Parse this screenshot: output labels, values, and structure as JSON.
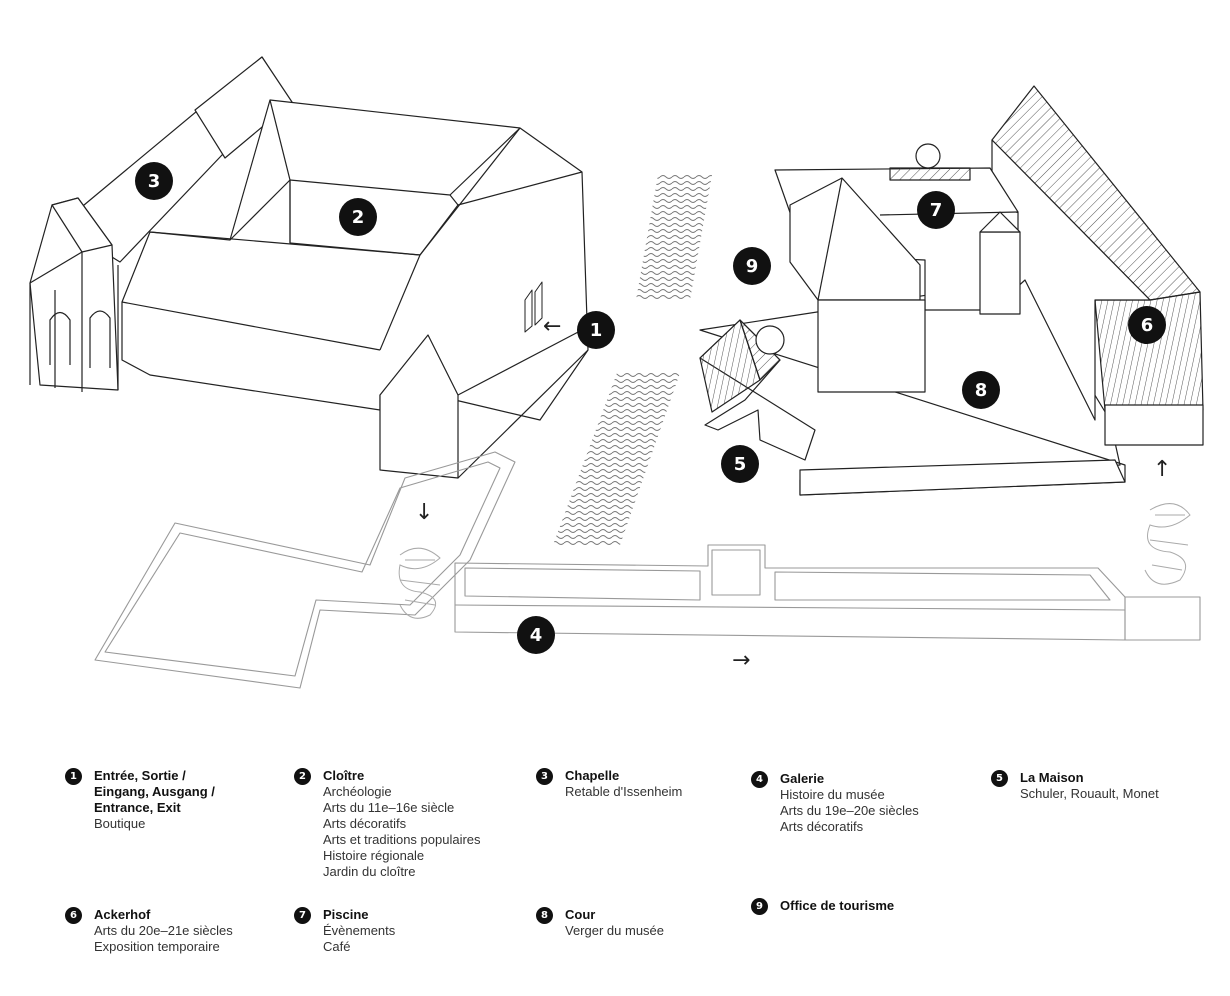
{
  "map": {
    "markers": [
      {
        "id": "1",
        "label": "1"
      },
      {
        "id": "2",
        "label": "2"
      },
      {
        "id": "3",
        "label": "3"
      },
      {
        "id": "4",
        "label": "4"
      },
      {
        "id": "5",
        "label": "5"
      },
      {
        "id": "6",
        "label": "6"
      },
      {
        "id": "7",
        "label": "7"
      },
      {
        "id": "8",
        "label": "8"
      },
      {
        "id": "9",
        "label": "9"
      }
    ],
    "arrows": {
      "entrance_left": "←",
      "down": "↓",
      "gallery_right": "→",
      "up": "↑"
    }
  },
  "legend": [
    {
      "num": "1",
      "title": "Entrée, Sortie /\nEingang, Ausgang /\nEntrance, Exit",
      "lines": [
        "Boutique"
      ]
    },
    {
      "num": "2",
      "title": "Cloître",
      "lines": [
        "Archéologie",
        "Arts du 11e–16e siècle",
        "Arts décoratifs",
        "Arts et traditions populaires",
        "Histoire régionale",
        "Jardin du cloître"
      ]
    },
    {
      "num": "3",
      "title": "Chapelle",
      "lines": [
        "Retable d'Issenheim"
      ]
    },
    {
      "num": "4",
      "title": "Galerie",
      "lines": [
        "Histoire du musée",
        "Arts du 19e–20e siècles",
        "Arts décoratifs"
      ]
    },
    {
      "num": "5",
      "title": "La Maison",
      "lines": [
        "Schuler, Rouault, Monet"
      ]
    },
    {
      "num": "6",
      "title": "Ackerhof",
      "lines": [
        "Arts du 20e–21e siècles",
        "Exposition temporaire"
      ]
    },
    {
      "num": "7",
      "title": "Piscine",
      "lines": [
        "Évènements",
        "Café"
      ]
    },
    {
      "num": "8",
      "title": "Cour",
      "lines": [
        "Verger du musée"
      ]
    },
    {
      "num": "9",
      "title": "Office de tourisme",
      "lines": []
    }
  ]
}
